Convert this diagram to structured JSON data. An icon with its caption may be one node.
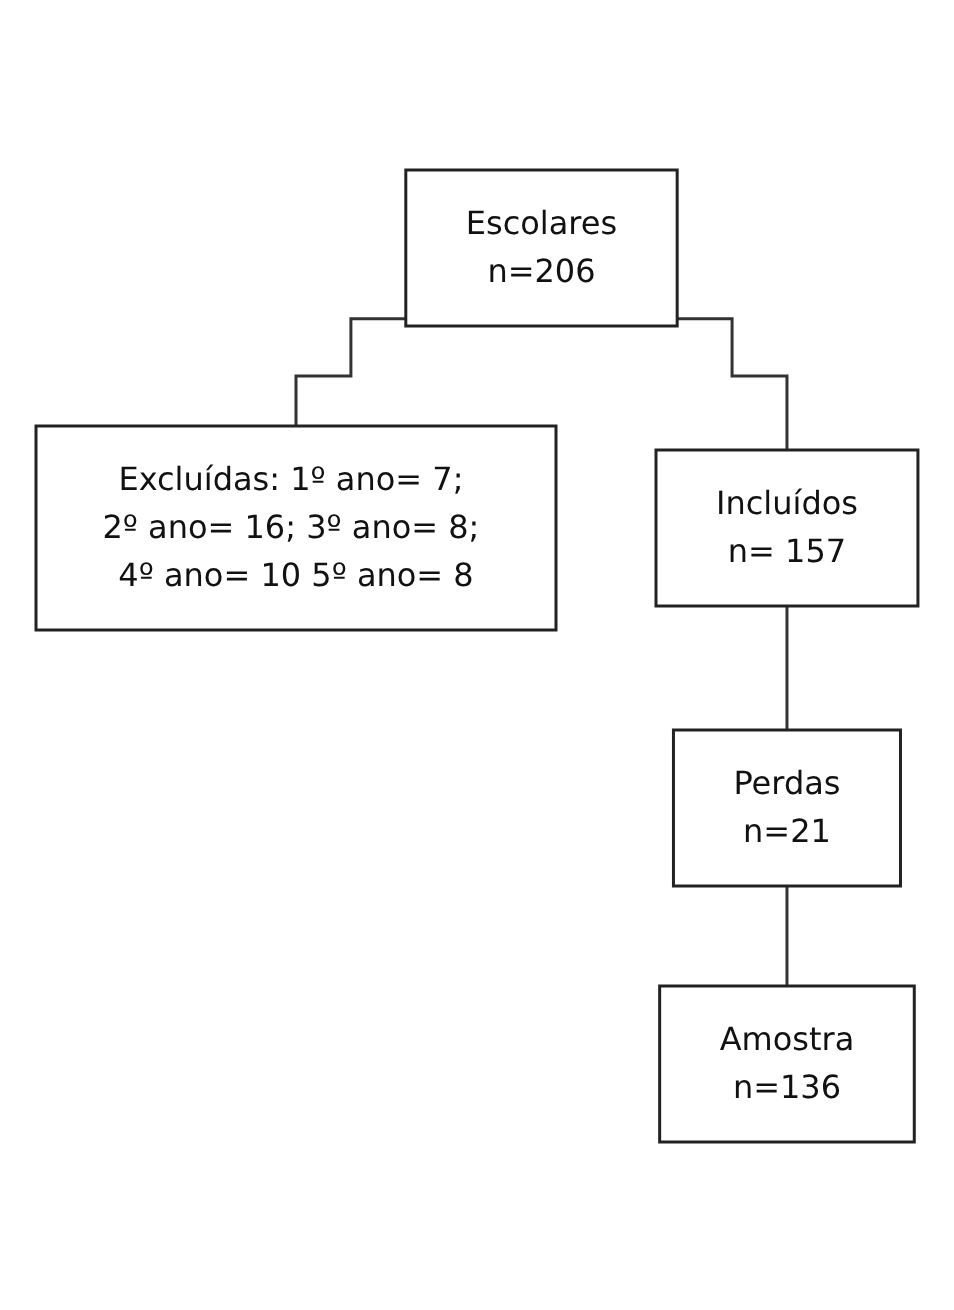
{
  "diagram": {
    "nodes": [
      {
        "text": [
          "Escolares",
          "n=206"
        ]
      },
      {
        "text": [
          "Excluídas: 1º ano= 7; 2º ano= 16; 3º ano= 8; 4º ano= 10 5º ano= 8"
        ]
      },
      {
        "text": [
          "Incluídos",
          "n= 157"
        ]
      },
      {
        "text": [
          "Perdas",
          "n=21"
        ]
      },
      {
        "text": [
          "Amostra",
          "n=136"
        ]
      }
    ],
    "edges": [
      {
        "from": 0,
        "to": 1,
        "arrow": "none"
      },
      {
        "from": 0,
        "to": 2,
        "arrow": "none"
      },
      {
        "from": 2,
        "to": 3,
        "arrow": "none"
      },
      {
        "from": 3,
        "to": 4,
        "arrow": "none"
      }
    ]
  }
}
